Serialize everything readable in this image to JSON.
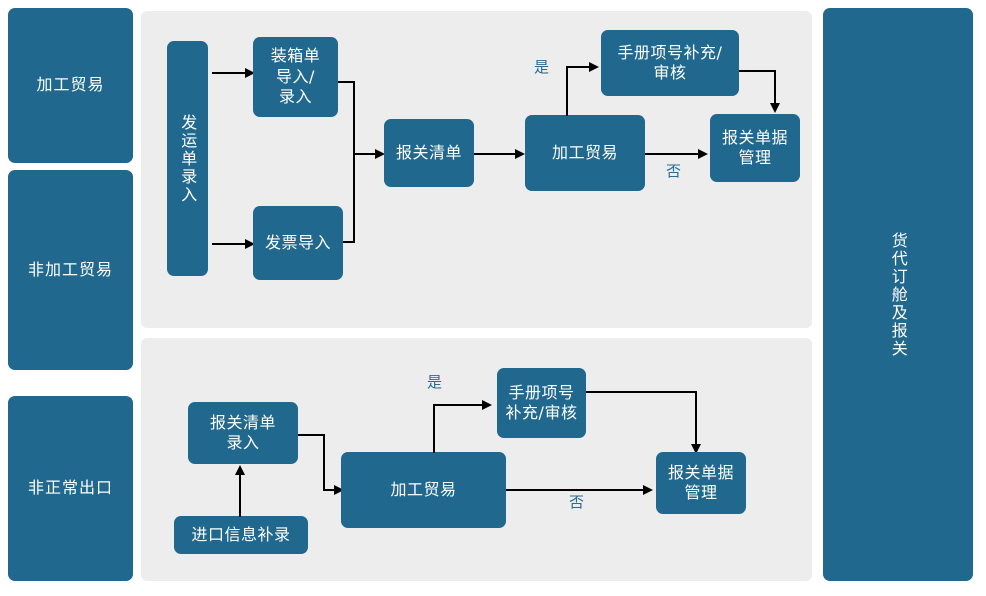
{
  "colors": {
    "box_fill": "#21688e",
    "box_text": "#ffffff",
    "panel_bg": "#ededed",
    "page_bg": "#ffffff",
    "edge": "#000000",
    "branch_label": "#2b6b8f"
  },
  "sidebar": {
    "items": [
      {
        "label": "加工贸易"
      },
      {
        "label": "非加工贸易"
      },
      {
        "label": "非正常出口"
      }
    ]
  },
  "right_rail": {
    "label": "货代订舱及报关"
  },
  "top_flow": {
    "nodes": {
      "shipment_entry": "发运单录入",
      "packing_list": "装箱单\n导入/\n录入",
      "invoice_import": "发票导入",
      "customs_list": "报关清单",
      "processing_trade": "加工贸易",
      "manual_item_no": "手册项号补充/\n审核",
      "customs_doc_mgmt": "报关单据\n管理"
    },
    "branch_labels": {
      "yes": "是",
      "no": "否"
    }
  },
  "bottom_flow": {
    "nodes": {
      "customs_list_entry": "报关清单\n录入",
      "import_info_supplement": "进口信息补录",
      "processing_trade": "加工贸易",
      "manual_item_no": "手册项号\n补充/审核",
      "customs_doc_mgmt": "报关单据\n管理"
    },
    "branch_labels": {
      "yes": "是",
      "no": "否"
    }
  }
}
